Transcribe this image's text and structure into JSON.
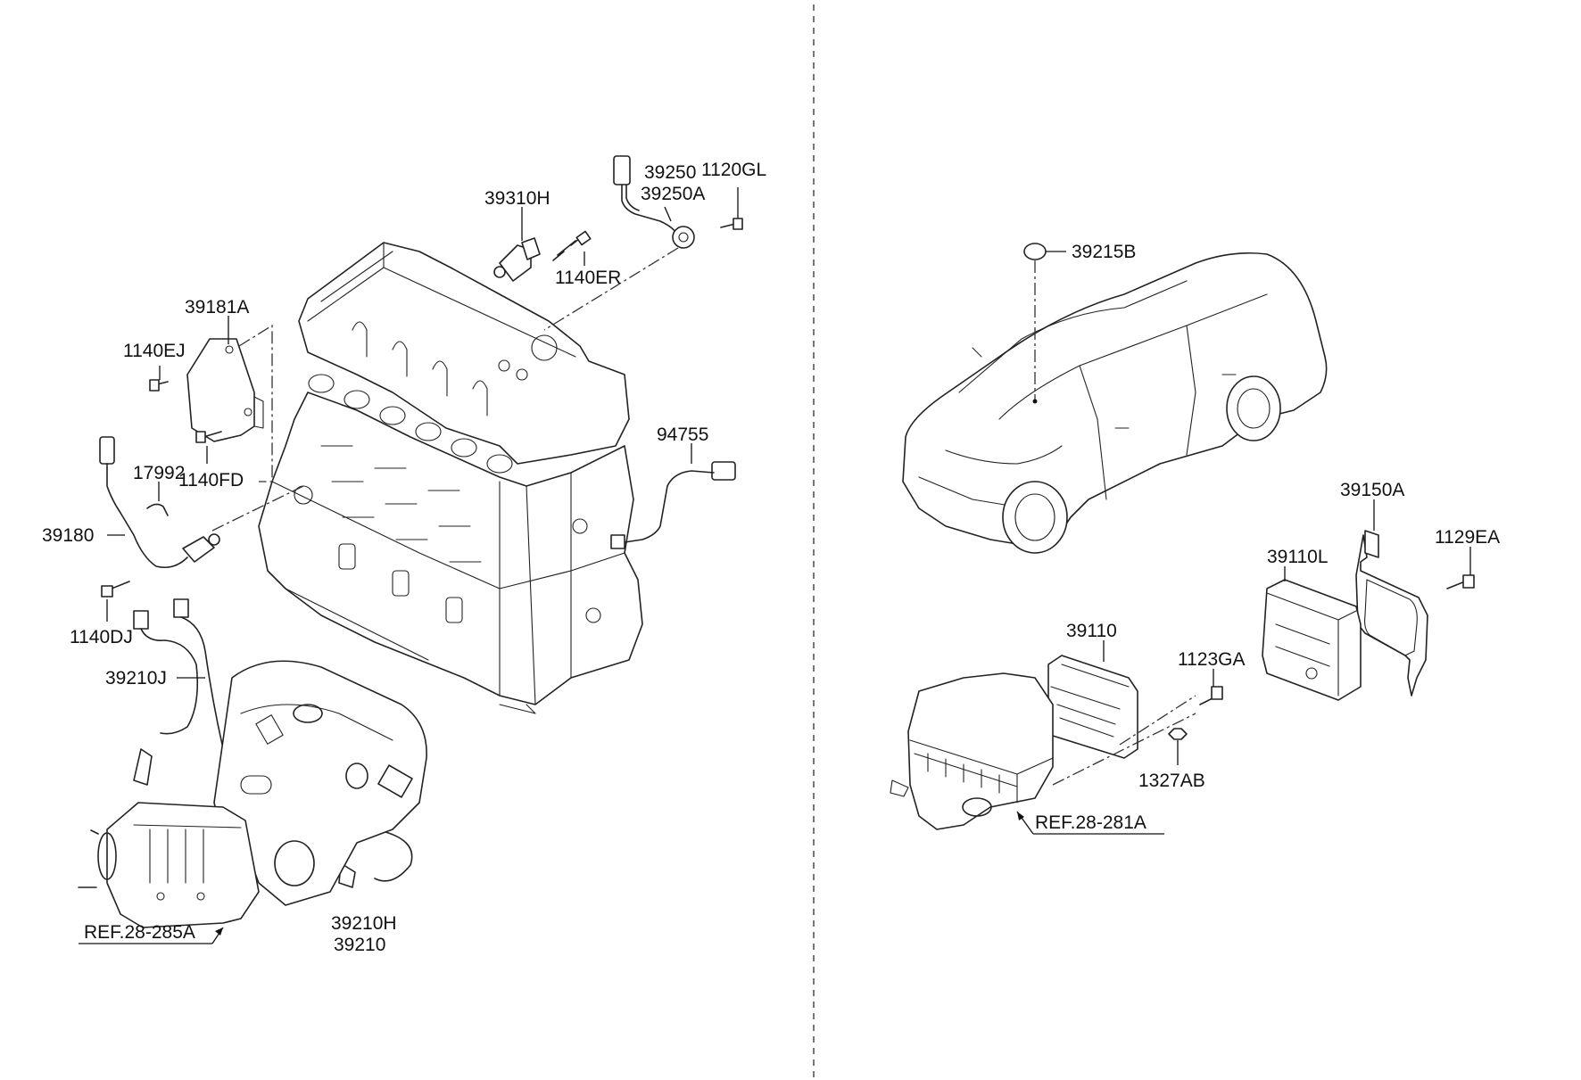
{
  "labels": {
    "p39310H": "39310H",
    "p39250": "39250",
    "p39250A": "39250A",
    "p1120GL": "1120GL",
    "p1140ER": "1140ER",
    "p39181A": "39181A",
    "p1140EJ": "1140EJ",
    "p1140FD": "1140FD",
    "p17992": "17992",
    "p39180": "39180",
    "p1140DJ": "1140DJ",
    "p94755": "94755",
    "p39210J": "39210J",
    "p39210H": "39210H",
    "p39210": "39210",
    "ref285A": "REF.28-285A",
    "p39215B": "39215B",
    "p39150A": "39150A",
    "p39110L": "39110L",
    "p1129EA": "1129EA",
    "p39110": "39110",
    "p1123GA": "1123GA",
    "p1327AB": "1327AB",
    "ref281A": "REF.28-281A"
  }
}
